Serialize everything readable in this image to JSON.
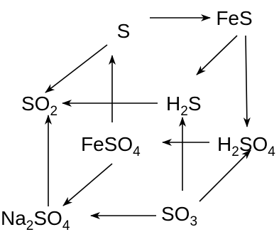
{
  "nodes": {
    "s": {
      "main": "S",
      "sub1": "",
      "mid": "",
      "sub2": ""
    },
    "fes": {
      "main": "FeS",
      "sub1": "",
      "mid": "",
      "sub2": ""
    },
    "so2": {
      "main": "SO",
      "sub1": "2",
      "mid": "",
      "sub2": ""
    },
    "h2s": {
      "main": "H",
      "sub1": "2",
      "mid": "S",
      "sub2": ""
    },
    "feso4": {
      "main": "FeSO",
      "sub1": "4",
      "mid": "",
      "sub2": ""
    },
    "h2so4": {
      "main": "H",
      "sub1": "2",
      "mid": "SO",
      "sub2": "4"
    },
    "na2so4": {
      "main": "Na",
      "sub1": "2",
      "mid": "SO",
      "sub2": "4"
    },
    "so3": {
      "main": "SO",
      "sub1": "3",
      "mid": "",
      "sub2": ""
    }
  },
  "colors": {
    "ink": "#000000",
    "background": "#ffffff"
  }
}
